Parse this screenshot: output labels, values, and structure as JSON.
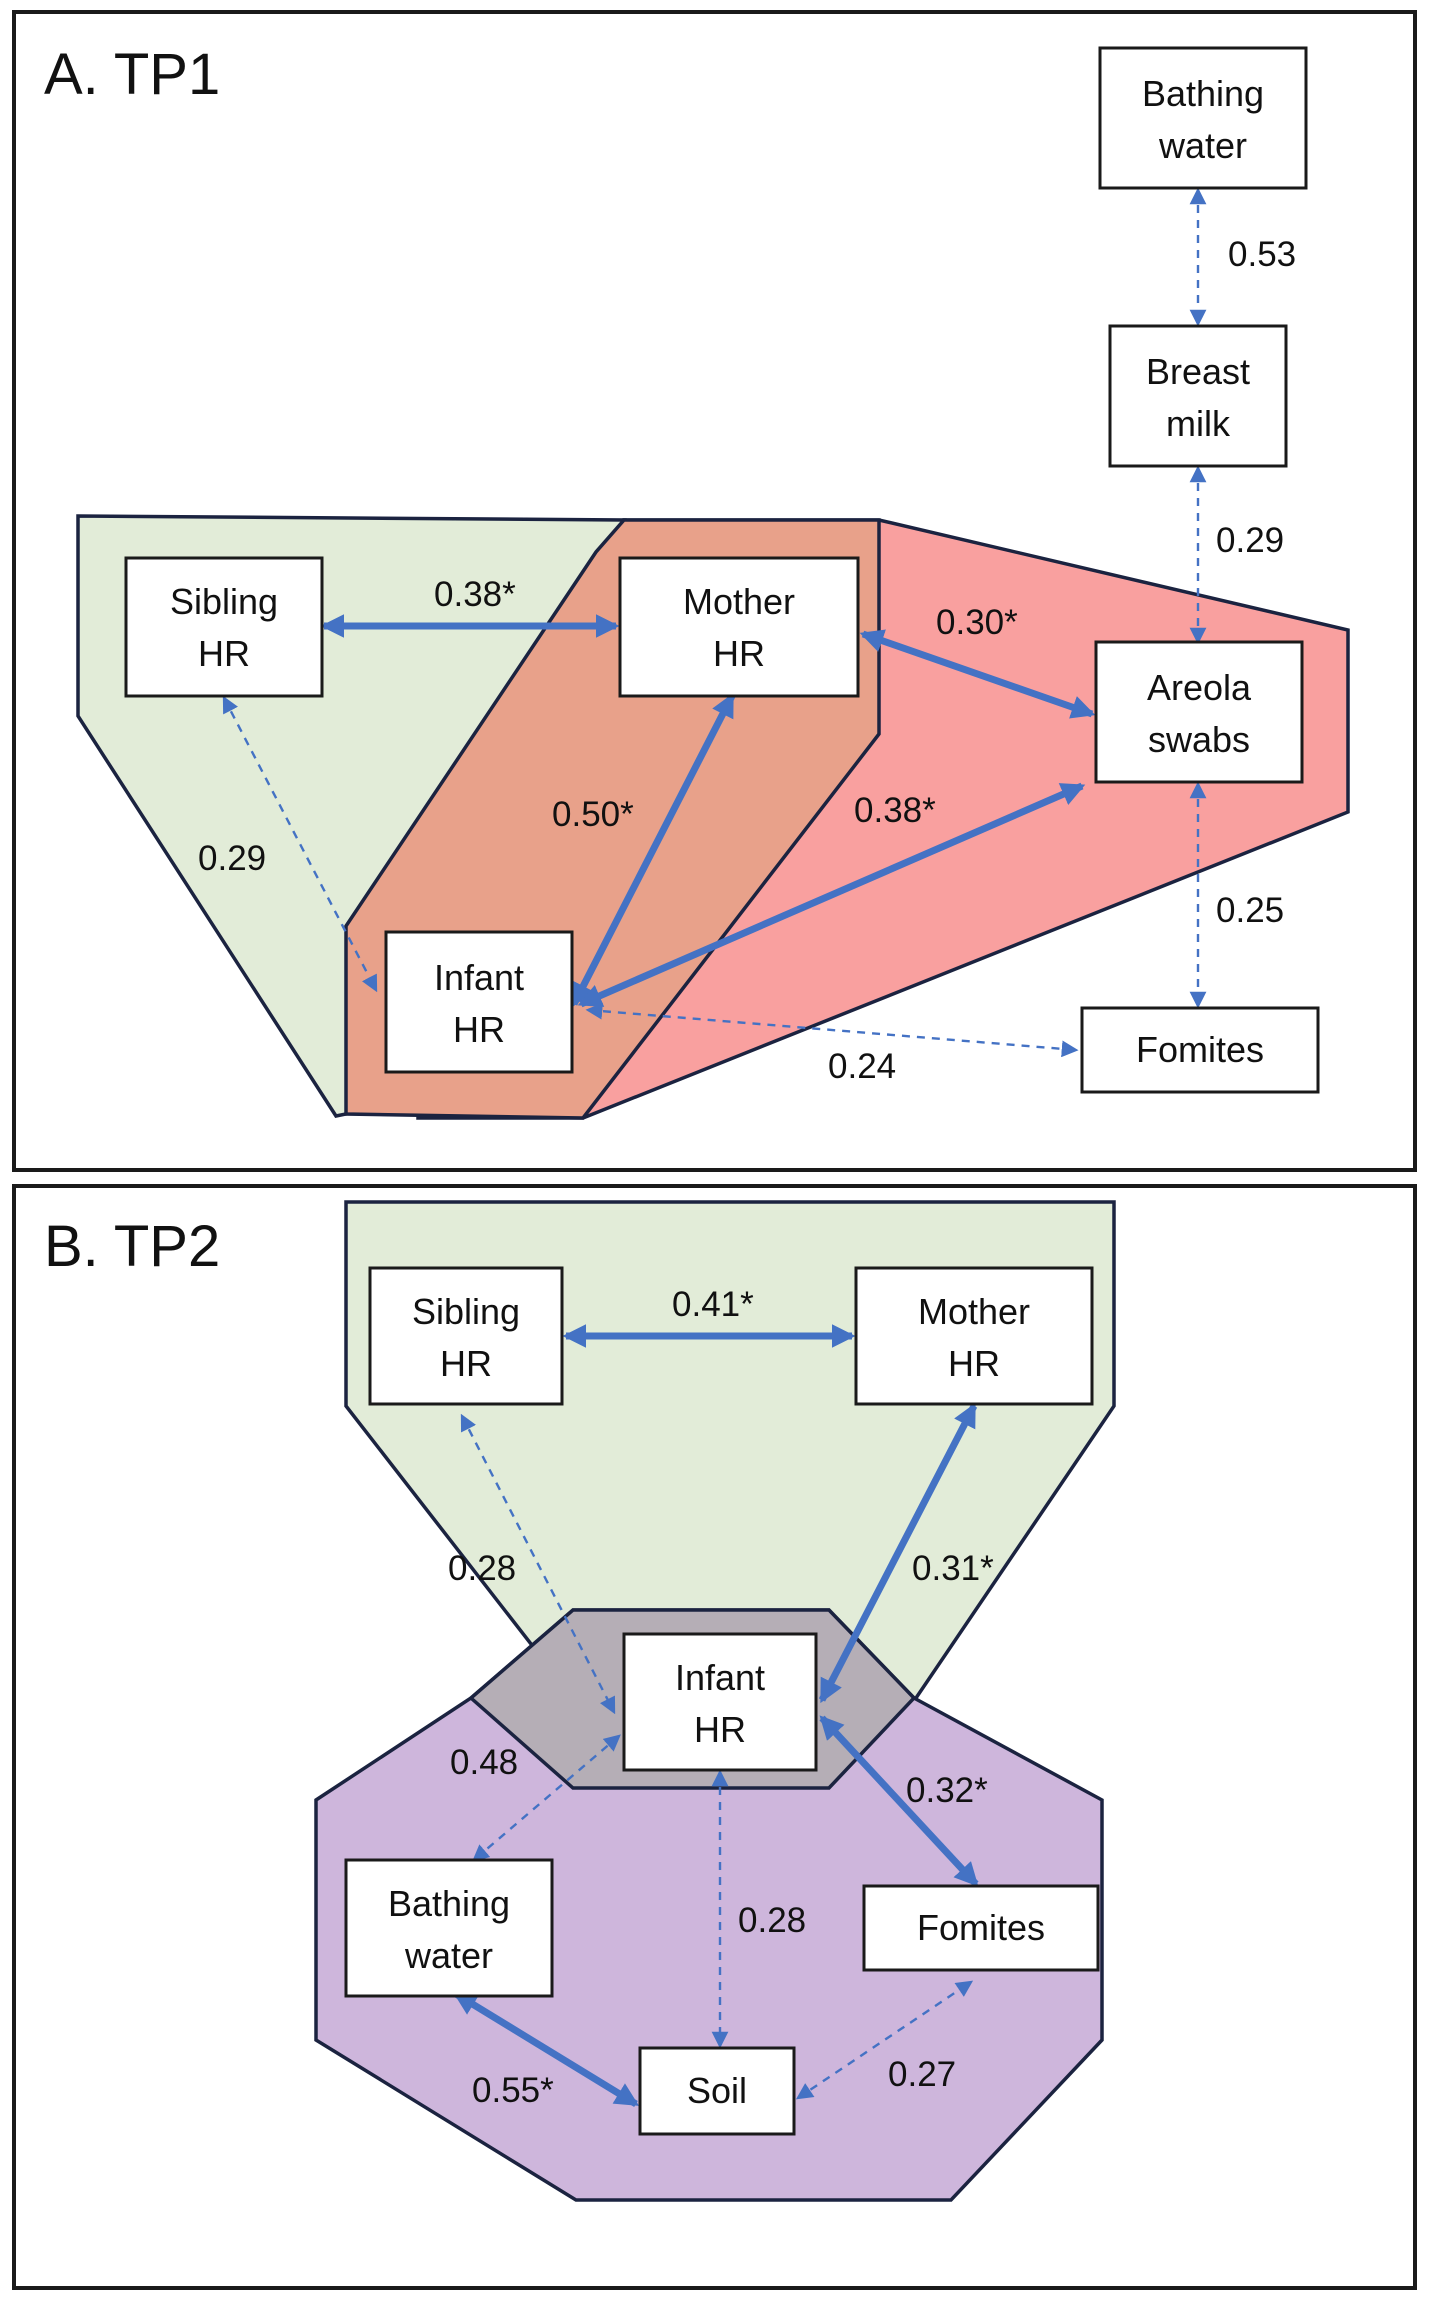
{
  "colors": {
    "region_green": "#e2ecd8",
    "region_orange": "#e8a18a",
    "region_red": "#f9a09f",
    "region_gray": "#b5aeb6",
    "region_purple": "#ceb6dc",
    "edge": "#4472c4"
  },
  "panel_a": {
    "label": "A. TP1",
    "nodes": {
      "bathing_water": [
        "Bathing",
        "water"
      ],
      "breast_milk": [
        "Breast",
        "milk"
      ],
      "sibling_hr": [
        "Sibling",
        "HR"
      ],
      "mother_hr": [
        "Mother",
        "HR"
      ],
      "areola_swabs": [
        "Areola",
        "swabs"
      ],
      "infant_hr": [
        "Infant",
        "HR"
      ],
      "fomites": [
        "Fomites"
      ]
    },
    "edges": [
      {
        "from": "bathing_water",
        "to": "breast_milk",
        "value": "0.53",
        "significant": false
      },
      {
        "from": "breast_milk",
        "to": "areola_swabs",
        "value": "0.29",
        "significant": false
      },
      {
        "from": "sibling_hr",
        "to": "mother_hr",
        "value": "0.38*",
        "significant": true
      },
      {
        "from": "mother_hr",
        "to": "areola_swabs",
        "value": "0.30*",
        "significant": true
      },
      {
        "from": "mother_hr",
        "to": "infant_hr",
        "value": "0.50*",
        "significant": true
      },
      {
        "from": "infant_hr",
        "to": "areola_swabs",
        "value": "0.38*",
        "significant": true
      },
      {
        "from": "sibling_hr",
        "to": "infant_hr",
        "value": "0.29",
        "significant": false
      },
      {
        "from": "areola_swabs",
        "to": "fomites",
        "value": "0.25",
        "significant": false
      },
      {
        "from": "infant_hr",
        "to": "fomites",
        "value": "0.24",
        "significant": false
      }
    ]
  },
  "panel_b": {
    "label": "B. TP2",
    "nodes": {
      "sibling_hr": [
        "Sibling",
        "HR"
      ],
      "mother_hr": [
        "Mother",
        "HR"
      ],
      "infant_hr": [
        "Infant",
        "HR"
      ],
      "bathing_water": [
        "Bathing",
        "water"
      ],
      "fomites": [
        "Fomites"
      ],
      "soil": [
        "Soil"
      ]
    },
    "edges": [
      {
        "from": "sibling_hr",
        "to": "mother_hr",
        "value": "0.41*",
        "significant": true
      },
      {
        "from": "sibling_hr",
        "to": "infant_hr",
        "value": "0.28",
        "significant": false
      },
      {
        "from": "mother_hr",
        "to": "infant_hr",
        "value": "0.31*",
        "significant": true
      },
      {
        "from": "infant_hr",
        "to": "bathing_water",
        "value": "0.48",
        "significant": false
      },
      {
        "from": "infant_hr",
        "to": "fomites",
        "value": "0.32*",
        "significant": true
      },
      {
        "from": "infant_hr",
        "to": "soil",
        "value": "0.28",
        "significant": false
      },
      {
        "from": "bathing_water",
        "to": "soil",
        "value": "0.55*",
        "significant": true
      },
      {
        "from": "soil",
        "to": "fomites",
        "value": "0.27",
        "significant": false
      }
    ]
  }
}
